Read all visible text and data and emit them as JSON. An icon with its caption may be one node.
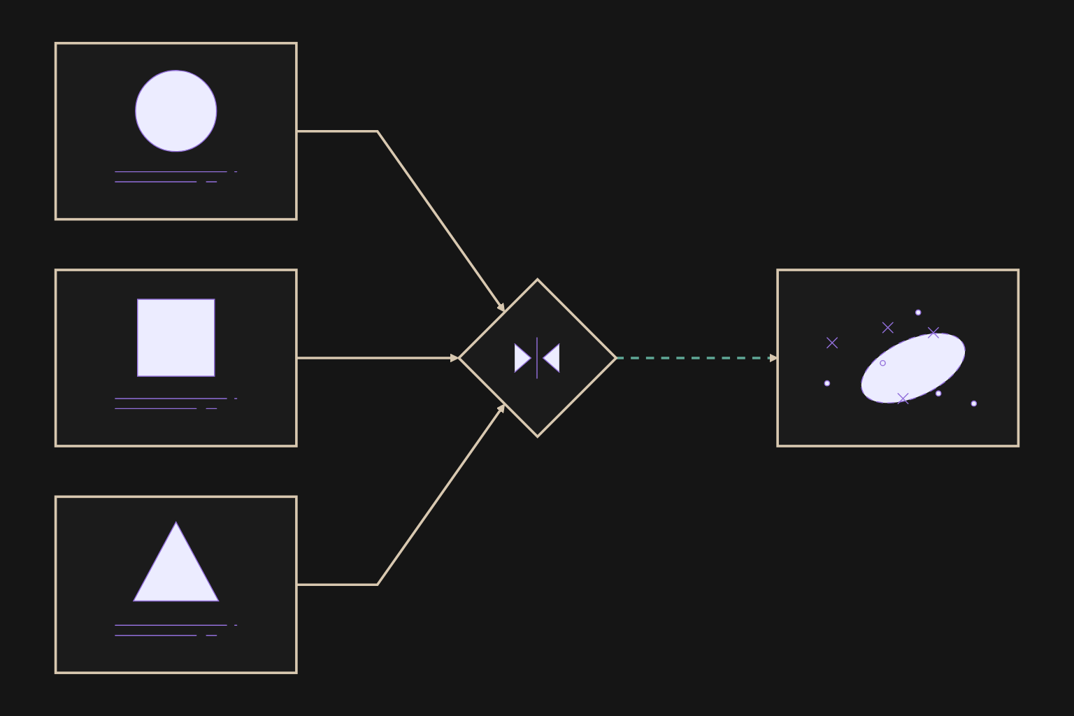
{
  "diagram": {
    "nodes": [
      {
        "text": [],
        "shape": "picture"
      },
      {
        "text": [],
        "shape": "picture"
      },
      {
        "text": [],
        "shape": "picture"
      },
      {
        "text": [],
        "shape": "diamond"
      },
      {
        "text": [],
        "shape": "picture"
      }
    ],
    "edges": [
      {
        "from": 0,
        "to": 3,
        "arrow": "to"
      },
      {
        "from": 1,
        "to": 3,
        "arrow": "to"
      },
      {
        "from": 2,
        "to": 3,
        "arrow": "to"
      },
      {
        "from": 3,
        "to": 4,
        "arrow": "to",
        "style": "dashed",
        "color": "#5fa896"
      }
    ]
  }
}
